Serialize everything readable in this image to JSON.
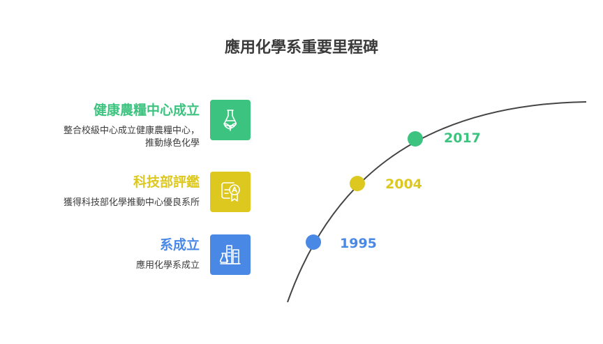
{
  "title": "應用化學系重要里程碑",
  "milestones": [
    {
      "title": "健康農糧中心成立",
      "desc_lines": [
        "整合校級中心成立健康農糧中心，",
        "推動綠色化學"
      ],
      "year": "2017",
      "color": "#3cc37f",
      "icon": "plant-flask-icon"
    },
    {
      "title": "科技部評鑑",
      "desc_lines": [
        "獲得科技部化學推動中心優良系所"
      ],
      "year": "2004",
      "color": "#dcc81e",
      "icon": "certificate-icon"
    },
    {
      "title": "系成立",
      "desc_lines": [
        "應用化學系成立"
      ],
      "year": "1995",
      "color": "#4a88e6",
      "icon": "lab-building-icon"
    }
  ]
}
